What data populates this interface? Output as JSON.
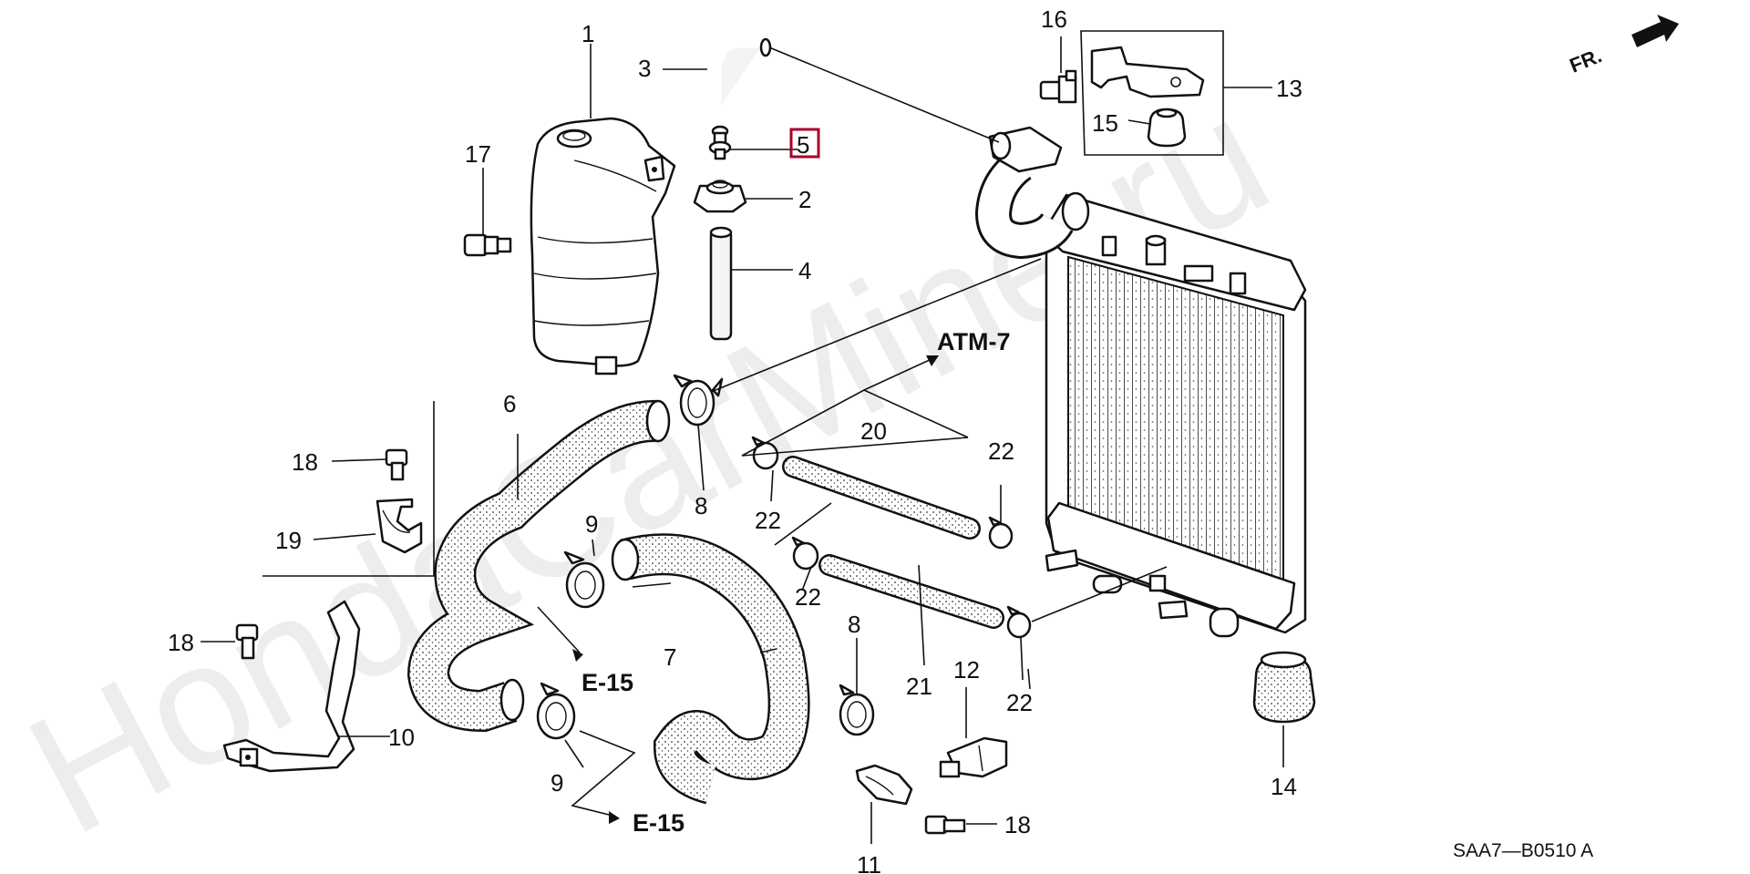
{
  "watermark": "HondaCarMine.ru",
  "direction_marker": "FR.",
  "diagram_code": "SAA7—B0510 A",
  "highlighted_part": "5",
  "callouts": {
    "c1": "1",
    "c2": "2",
    "c3": "3",
    "c4": "4",
    "c5": "5",
    "c6": "6",
    "c7": "7",
    "c8a": "8",
    "c8b": "8",
    "c9a": "9",
    "c9b": "9",
    "c10": "10",
    "c11": "11",
    "c12": "12",
    "c13": "13",
    "c14": "14",
    "c15": "15",
    "c16": "16",
    "c17": "17",
    "c18a": "18",
    "c18b": "18",
    "c18c": "18",
    "c19": "19",
    "c20": "20",
    "c21": "21",
    "c22a": "22",
    "c22b": "22",
    "c22c": "22",
    "c22d": "22"
  },
  "references": {
    "atm": "ATM-7",
    "e15a": "E-15",
    "e15b": "E-15"
  }
}
